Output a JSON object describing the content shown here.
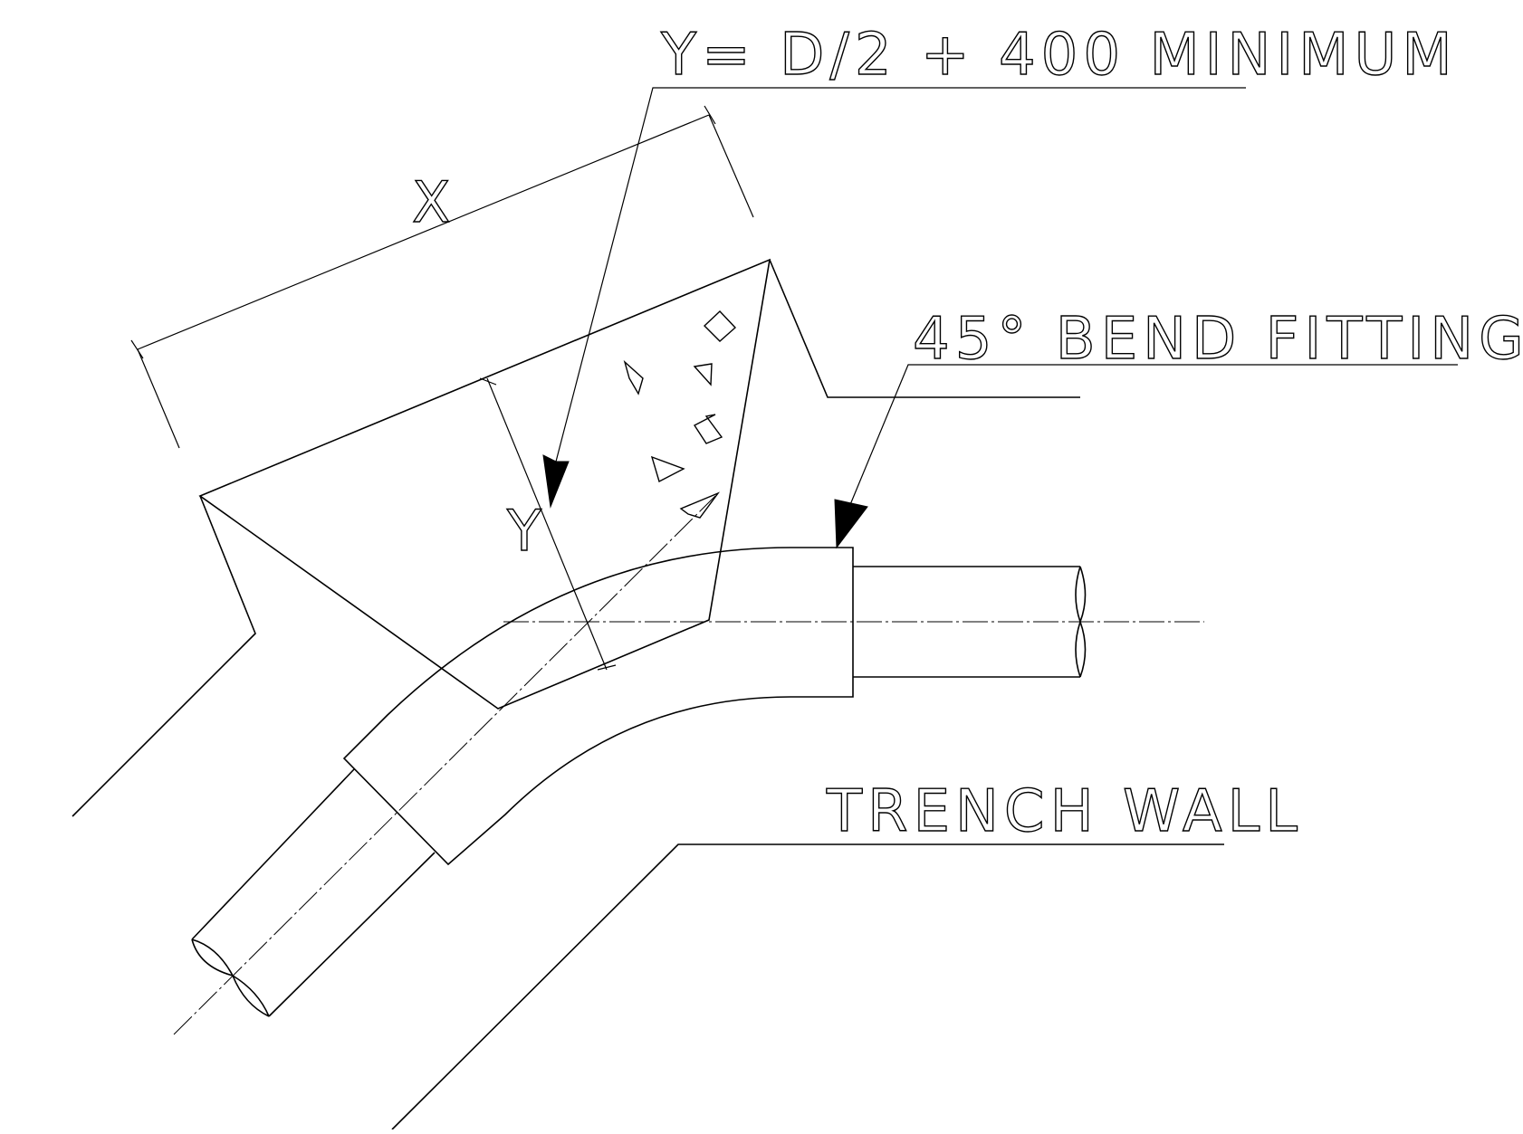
{
  "drawing": {
    "title": "Y= D/2 + 400 MINIMUM",
    "labels": {
      "x_dimension": "X",
      "y_dimension": "Y",
      "fitting": "45° BEND FITTING",
      "trench_wall": "TRENCH WALL"
    },
    "colors": {
      "line": "#000000",
      "background": "#ffffff"
    }
  }
}
